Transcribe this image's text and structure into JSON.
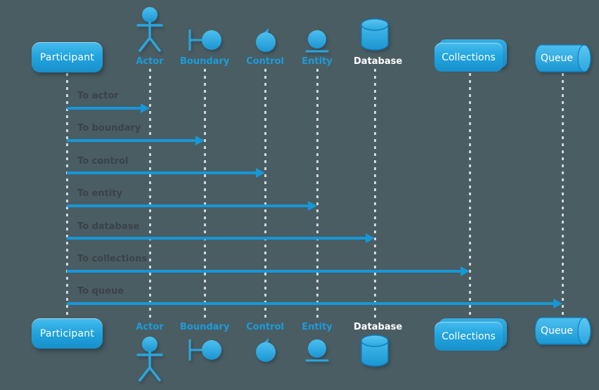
{
  "diagram": {
    "background_color": "#4A5D63",
    "accent_blue": "#1E9CD7",
    "message_text_color": "#3B4248"
  },
  "participants": [
    {
      "id": "participant",
      "kind": "box",
      "label": "Participant"
    },
    {
      "id": "actor",
      "kind": "actor",
      "label": "Actor"
    },
    {
      "id": "boundary",
      "kind": "boundary",
      "label": "Boundary"
    },
    {
      "id": "control",
      "kind": "control",
      "label": "Control"
    },
    {
      "id": "entity",
      "kind": "entity",
      "label": "Entity"
    },
    {
      "id": "database",
      "kind": "database",
      "label": "Database"
    },
    {
      "id": "collections",
      "kind": "collections",
      "label": "Collections"
    },
    {
      "id": "queue",
      "kind": "queue",
      "label": "Queue"
    }
  ],
  "messages": [
    {
      "from": "Participant",
      "to": "Actor",
      "label": "To actor"
    },
    {
      "from": "Participant",
      "to": "Boundary",
      "label": "To boundary"
    },
    {
      "from": "Participant",
      "to": "Control",
      "label": "To control"
    },
    {
      "from": "Participant",
      "to": "Entity",
      "label": "To entity"
    },
    {
      "from": "Participant",
      "to": "Database",
      "label": "To database"
    },
    {
      "from": "Participant",
      "to": "Collections",
      "label": "To collections"
    },
    {
      "from": "Participant",
      "to": "Queue",
      "label": "To queue"
    }
  ]
}
